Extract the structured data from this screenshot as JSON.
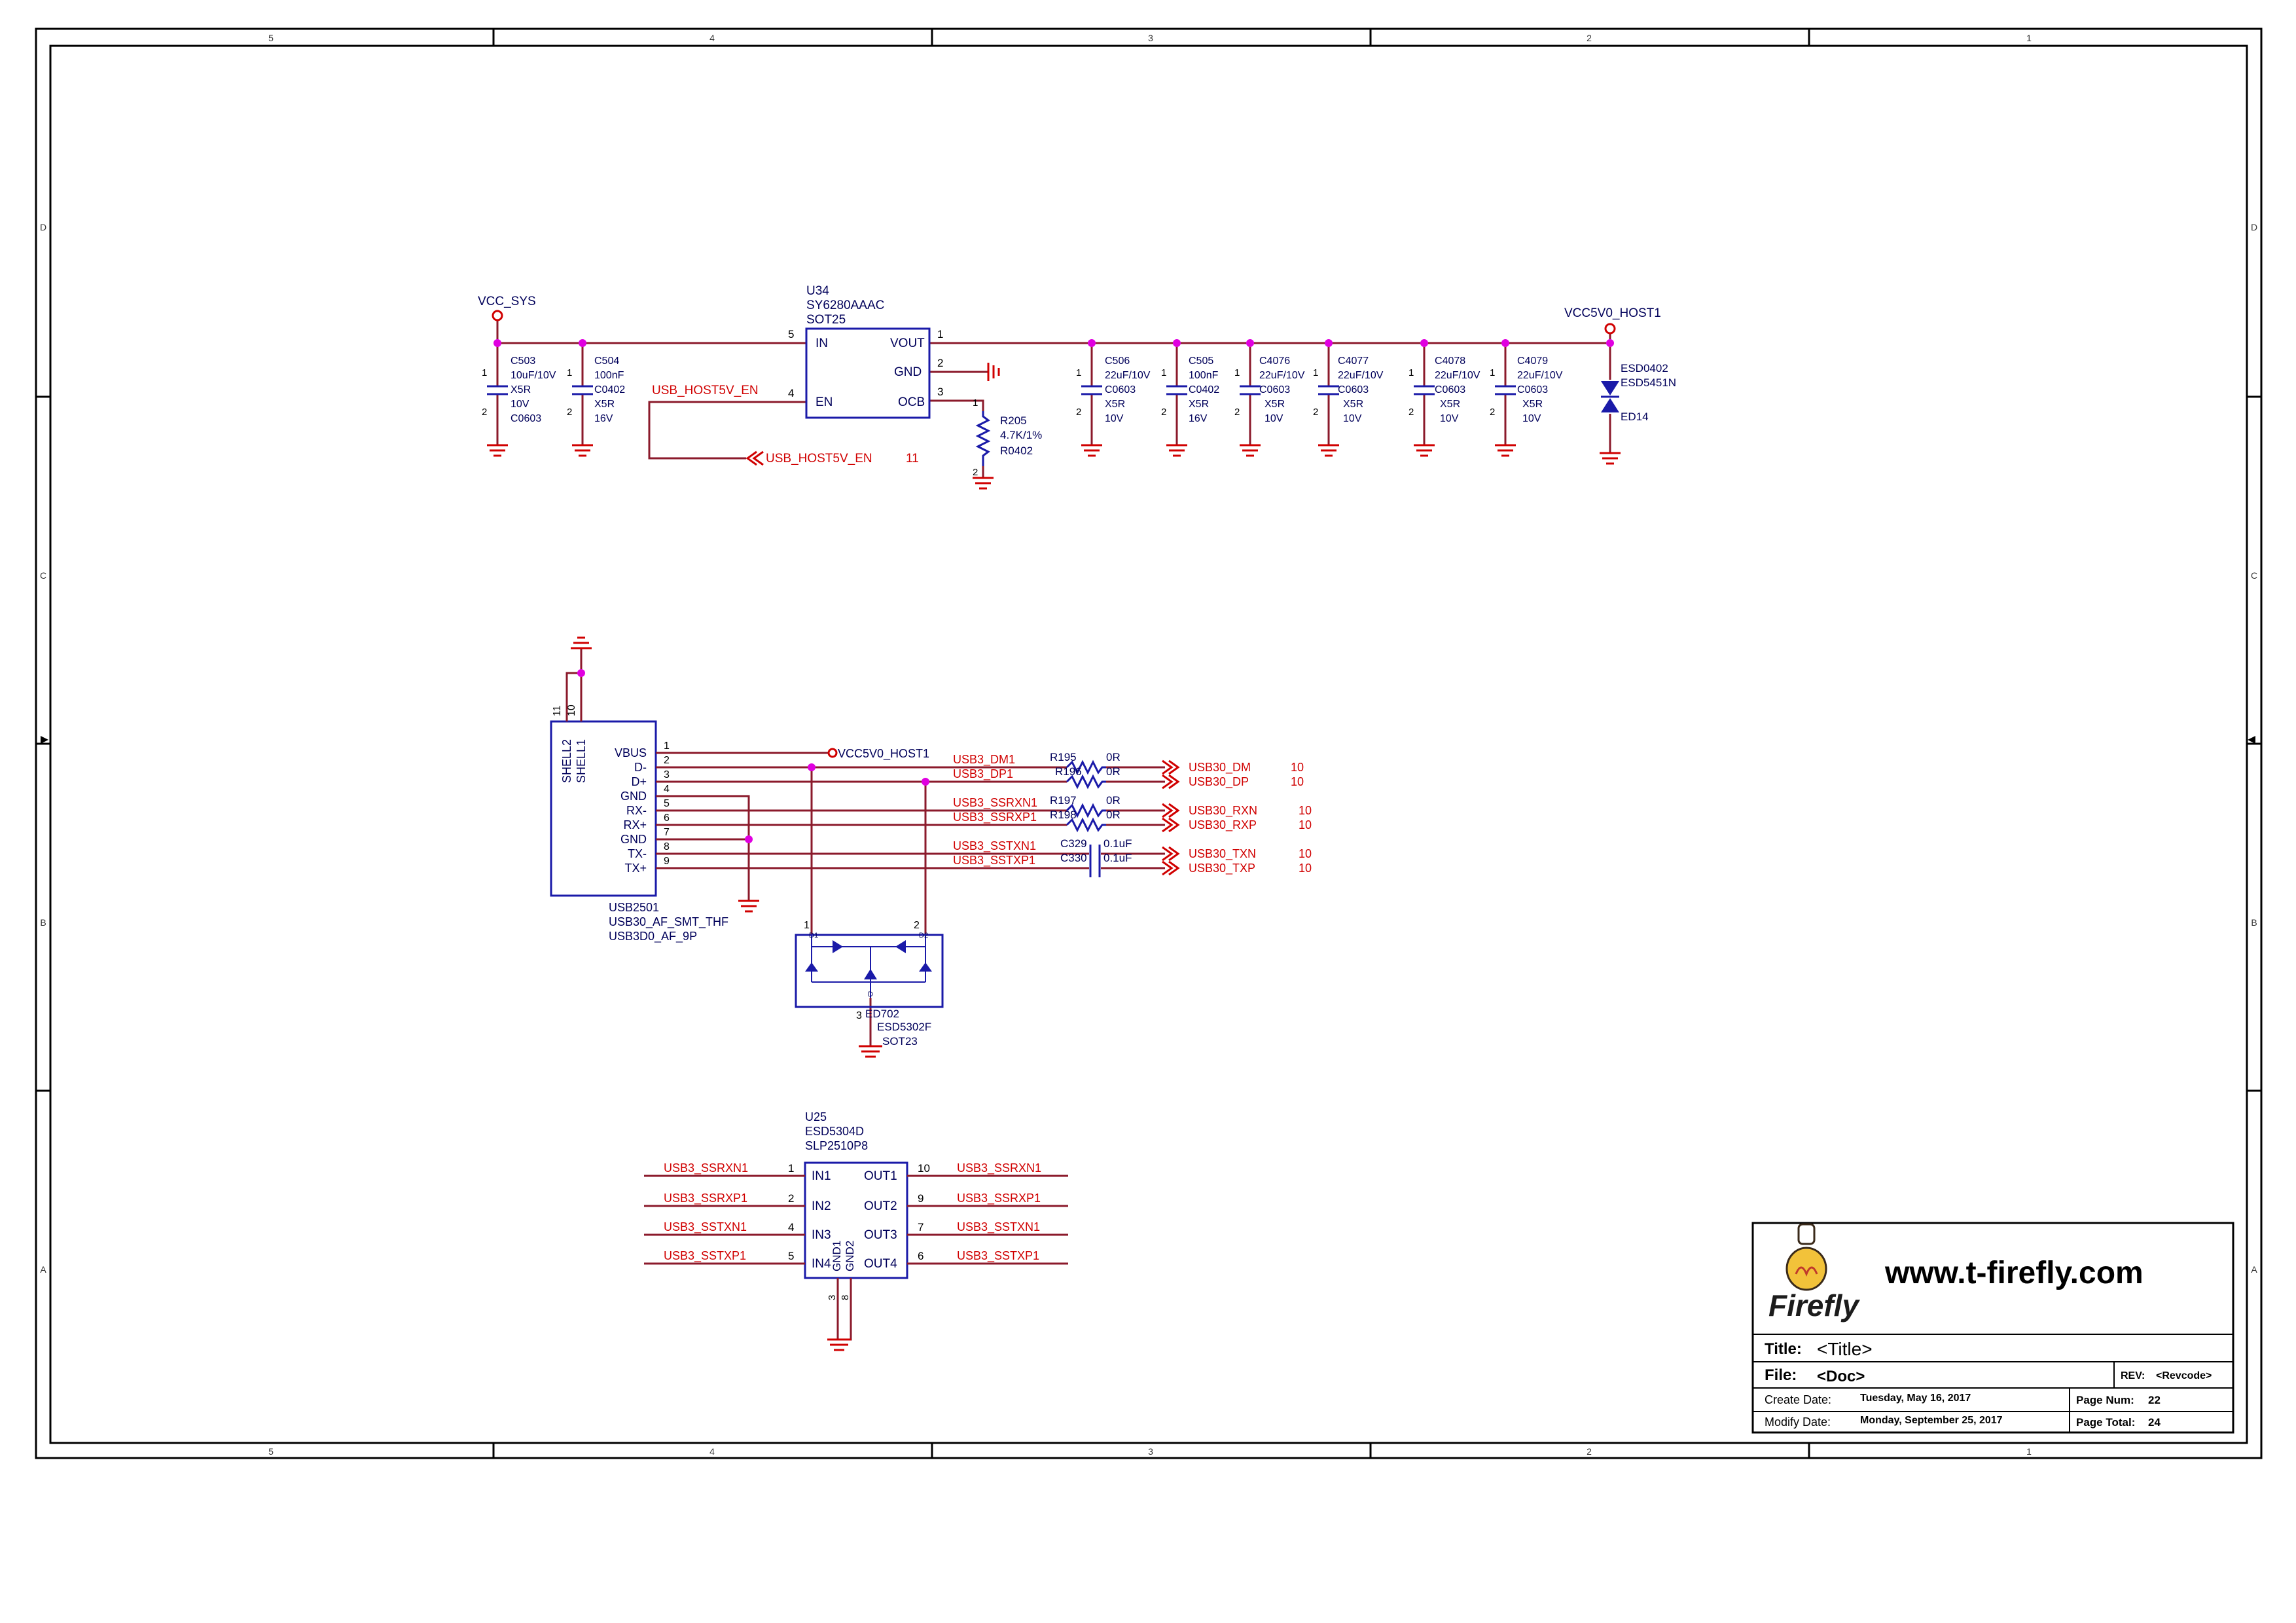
{
  "frame": {
    "col_labels": [
      "5",
      "4",
      "3",
      "2",
      "1"
    ],
    "row_labels": [
      "D",
      "C",
      "B",
      "A"
    ]
  },
  "power": {
    "vcc_sys": "VCC_SYS",
    "vcc5v0_host1": "VCC5V0_HOST1",
    "u34": {
      "ref": "U34",
      "part": "SY6280AAAC",
      "pkg": "SOT25",
      "pins": {
        "in": "IN",
        "en": "EN",
        "vout": "VOUT",
        "gnd": "GND",
        "ocb": "OCB"
      },
      "pin_nums": {
        "in": "5",
        "en": "4",
        "vout": "1",
        "gnd": "2",
        "ocb": "3"
      }
    },
    "en_net": "USB_HOST5V_EN",
    "en_port": "USB_HOST5V_EN",
    "en_port_page": "11",
    "r205": {
      "ref": "R205",
      "val": "4.7K/1%",
      "pkg": "R0402",
      "pin1": "1",
      "pin2": "2"
    },
    "input_caps": [
      {
        "ref": "C503",
        "l1": "10uF/10V",
        "l2": "X5R",
        "l3": "10V",
        "l4": "C0603"
      },
      {
        "ref": "C504",
        "l1": "100nF",
        "l2": "C0402",
        "l3": "X5R",
        "l4": "16V"
      }
    ],
    "output_caps": [
      {
        "ref": "C506",
        "l1": "22uF/10V",
        "l2": "C0603",
        "l3": "X5R",
        "l4": "10V"
      },
      {
        "ref": "C505",
        "l1": "100nF",
        "l2": "C0402",
        "l3": "X5R",
        "l4": "16V"
      },
      {
        "ref": "C4076",
        "l1": "22uF/10V",
        "l2": "C0603",
        "l3": "X5R",
        "l4": "10V"
      },
      {
        "ref": "C4077",
        "l1": "22uF/10V",
        "l2": "C0603",
        "l3": "X5R",
        "l4": "10V"
      },
      {
        "ref": "C4078",
        "l1": "22uF/10V",
        "l2": "C0603",
        "l3": "X5R",
        "l4": "10V"
      },
      {
        "ref": "C4079",
        "l1": "22uF/10V",
        "l2": "C0603",
        "l3": "X5R",
        "l4": "10V"
      }
    ],
    "cap_pin1": "1",
    "cap_pin2": "2",
    "esd": {
      "pkg": "ESD0402",
      "part": "ESD5451N",
      "ref": "ED14"
    }
  },
  "connector": {
    "ref": "USB2501",
    "part": "USB30_AF_SMT_THF",
    "pkg": "USB3D0_AF_9P",
    "shell": [
      "SHELL2",
      "SHELL1"
    ],
    "shell_nums": [
      "11",
      "10"
    ],
    "pins": [
      {
        "name": "VBUS",
        "num": "1"
      },
      {
        "name": "D-",
        "num": "2"
      },
      {
        "name": "D+",
        "num": "3"
      },
      {
        "name": "GND",
        "num": "4"
      },
      {
        "name": "RX-",
        "num": "5"
      },
      {
        "name": "RX+",
        "num": "6"
      },
      {
        "name": "GND",
        "num": "7"
      },
      {
        "name": "TX-",
        "num": "8"
      },
      {
        "name": "TX+",
        "num": "9"
      }
    ],
    "vbus_net": "VCC5V0_HOST1"
  },
  "signals": [
    {
      "net": "USB3_DM1",
      "ref": "R195",
      "val": "0R",
      "port": "USB30_DM",
      "page": "10"
    },
    {
      "net": "USB3_DP1",
      "ref": "R196",
      "val": "0R",
      "port": "USB30_DP",
      "page": "10"
    },
    {
      "net": "USB3_SSRXN1",
      "ref": "R197",
      "val": "0R",
      "port": "USB30_RXN",
      "page": "10"
    },
    {
      "net": "USB3_SSRXP1",
      "ref": "R198",
      "val": "0R",
      "port": "USB30_RXP",
      "page": "10"
    },
    {
      "net": "USB3_SSTXN1",
      "ref": "C329",
      "val": "0.1uF",
      "port": "USB30_TXN",
      "page": "10"
    },
    {
      "net": "USB3_SSTXP1",
      "ref": "C330",
      "val": "0.1uF",
      "port": "USB30_TXP",
      "page": "10"
    }
  ],
  "ed702": {
    "ref": "ED702",
    "part": "ESD5302F",
    "pkg": "SOT23",
    "pin3": "3",
    "pin1": "1",
    "pin2": "2",
    "ld1": "D1",
    "ld2": "D2",
    "ld3": "D"
  },
  "u25": {
    "ref": "U25",
    "part": "ESD5304D",
    "pkg": "SLP2510P8",
    "gnd_labels": [
      "GND1",
      "GND2"
    ],
    "gnd_nums": [
      "3",
      "8"
    ],
    "rows": [
      {
        "net_in": "USB3_SSRXN1",
        "num_in": "1",
        "in": "IN1",
        "out": "OUT1",
        "num_out": "10",
        "net_out": "USB3_SSRXN1"
      },
      {
        "net_in": "USB3_SSRXP1",
        "num_in": "2",
        "in": "IN2",
        "out": "OUT2",
        "num_out": "9",
        "net_out": "USB3_SSRXP1"
      },
      {
        "net_in": "USB3_SSTXN1",
        "num_in": "4",
        "in": "IN3",
        "out": "OUT3",
        "num_out": "7",
        "net_out": "USB3_SSTXN1"
      },
      {
        "net_in": "USB3_SSTXP1",
        "num_in": "5",
        "in": "IN4",
        "out": "OUT4",
        "num_out": "6",
        "net_out": "USB3_SSTXP1"
      }
    ]
  },
  "title_block": {
    "logo_text": "Firefly",
    "website": "www.t-firefly.com",
    "title_label": "Title:",
    "title_value": "<Title>",
    "file_label": "File:",
    "file_value": "<Doc>",
    "rev_label": "REV:",
    "rev_value": "<Revcode>",
    "create_label": "Create Date:",
    "create_value": "Tuesday, May 16, 2017",
    "modify_label": "Modify Date:",
    "modify_value": "Monday, September 25, 2017",
    "page_num_label": "Page  Num:",
    "page_num_value": "22",
    "page_total_label": "Page Total:",
    "page_total_value": "24"
  },
  "colors": {
    "wire": "#8b1a2b",
    "component": "#1a1aa8",
    "net_label": "#d00000",
    "text": "#00005a",
    "junction": "#e000e0"
  }
}
